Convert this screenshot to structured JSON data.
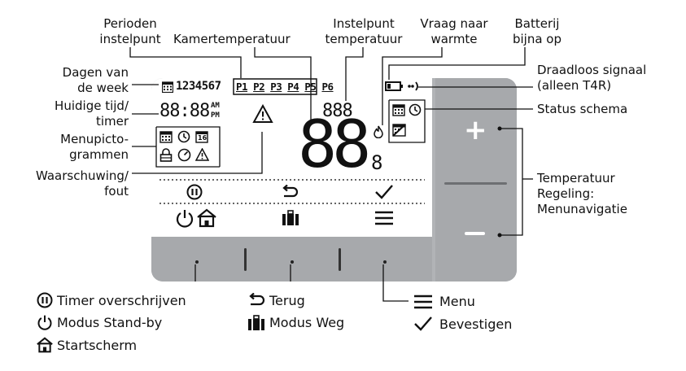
{
  "labels": {
    "perioden": [
      "Perioden",
      "instelpunt"
    ],
    "kamertemp": "Kamertemperatuur",
    "instelpunt": [
      "Instelpunt",
      "temperatuur"
    ],
    "vraag": [
      "Vraag naar",
      "warmte"
    ],
    "batterij": [
      "Batterij",
      "bijna op"
    ],
    "draadloos": [
      "Draadloos signaal",
      "(alleen T4R)"
    ],
    "status": "Status schema",
    "temperatuur": [
      "Temperatuur",
      "Regeling:",
      "Menunavigatie"
    ],
    "dagen": [
      "Dagen van",
      "de week"
    ],
    "huidige": [
      "Huidige tijd/",
      "timer"
    ],
    "menupicto": [
      "Menupicto-",
      "grammen"
    ],
    "waarschuwing": [
      "Waarschuwing/",
      "fout"
    ]
  },
  "lcd": {
    "days": "1234567",
    "periods": [
      "P1",
      "P2",
      "P3",
      "P4",
      "P5",
      "P6"
    ],
    "time": "88:88",
    "am": "AM",
    "pm": "PM",
    "setpoint": "888",
    "big_temp": "88",
    "small_digit": "8",
    "calendar_small": "16"
  },
  "legend": {
    "timer": "Timer overschrijven",
    "standby": "Modus Stand-by",
    "home": "Startscherm",
    "terug": "Terug",
    "weg": "Modus Weg",
    "menu": "Menu",
    "bevestigen": "Bevestigen"
  }
}
